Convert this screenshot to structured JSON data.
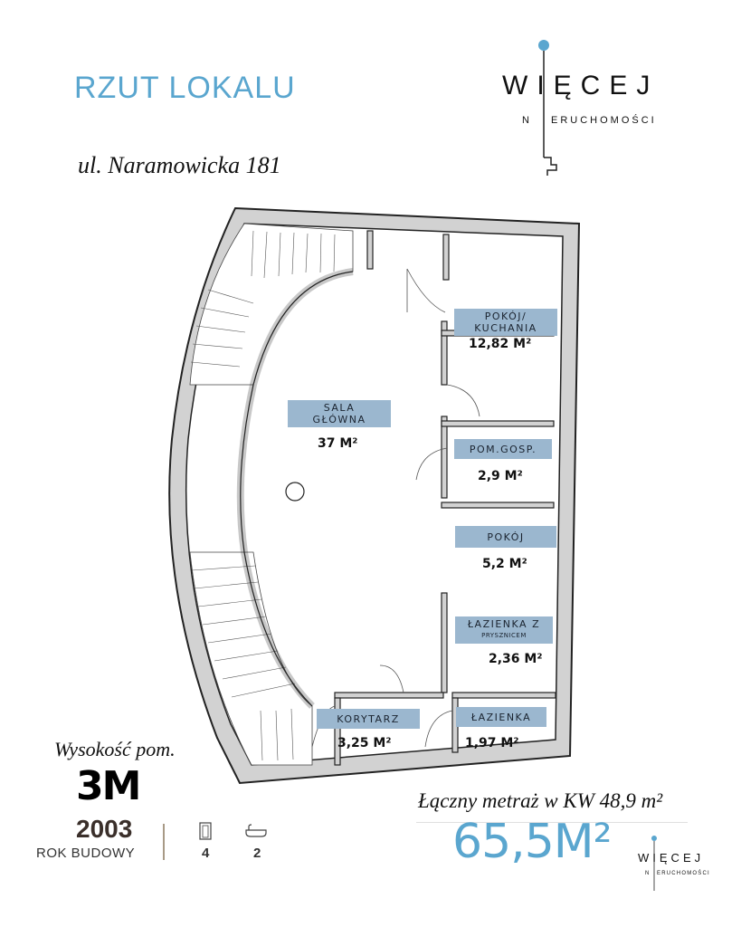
{
  "header": {
    "title": "RZUT LOKALU",
    "address": "ul. Naramowicka 181"
  },
  "logo": {
    "word": "WIĘCEJ",
    "sub": "ERUCHOMOŚCI",
    "n": "N"
  },
  "rooms": [
    {
      "name": "SALA\nGŁÓWNA",
      "area": "37 M²"
    },
    {
      "name": "POKÓJ/\nKUCHANIA",
      "area": "12,82 M²"
    },
    {
      "name": "POM.GOSP.",
      "area": "2,9 M²"
    },
    {
      "name": "POKÓJ",
      "area": "5,2 M²"
    },
    {
      "name": "ŁAZIENKA Z",
      "name2": "PRYSZNICEM",
      "area": "2,36 M²"
    },
    {
      "name": "KORYTARZ",
      "area": "3,25 M²"
    },
    {
      "name": "ŁAZIENKA",
      "area": "1,97 M²"
    }
  ],
  "stats": {
    "height_label": "Wysokość pom.",
    "height_value": "3M",
    "year": "2003",
    "year_label": "ROK BUDOWY",
    "rooms_count": "4",
    "baths_count": "2",
    "total_kw": "Łączny metraż w KW 48,9 m²",
    "total_area": "65,5M²"
  },
  "colors": {
    "accent": "#5aa6cf",
    "label_bg": "#9bb7cf",
    "wall": "#cfcfcf",
    "wall_outline": "#222222"
  }
}
